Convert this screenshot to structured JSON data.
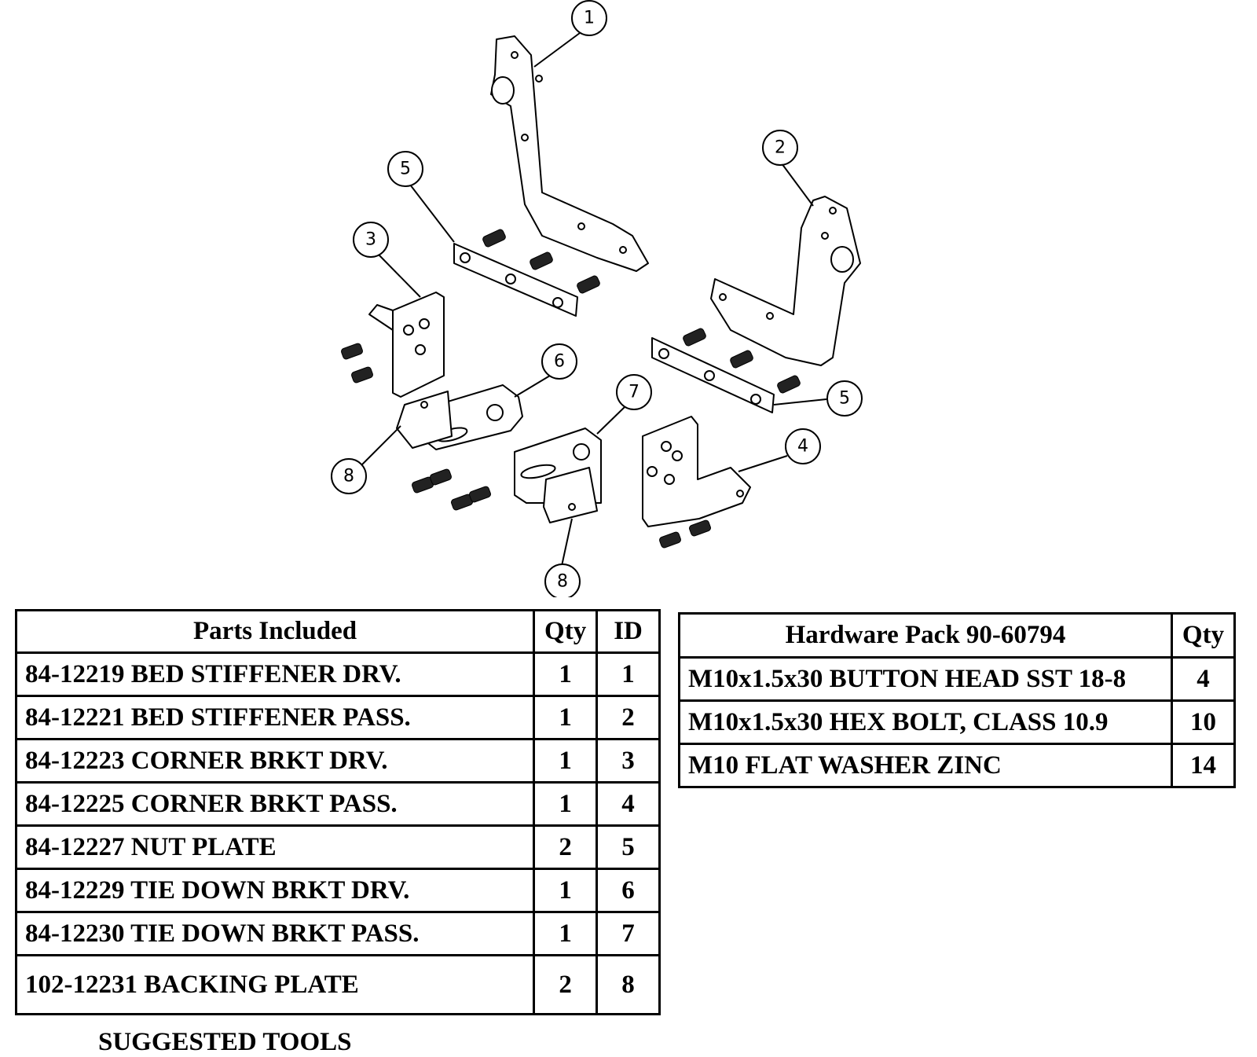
{
  "diagram": {
    "balloons": [
      "1",
      "2",
      "3",
      "4",
      "5",
      "5",
      "6",
      "7",
      "8",
      "8"
    ]
  },
  "parts_table": {
    "headers": [
      "Parts Included",
      "Qty",
      "ID"
    ],
    "rows": [
      {
        "desc": "84-12219 BED STIFFENER DRV.",
        "qty": "1",
        "id": "1"
      },
      {
        "desc": "84-12221 BED STIFFENER PASS.",
        "qty": "1",
        "id": "2"
      },
      {
        "desc": "84-12223 CORNER BRKT DRV.",
        "qty": "1",
        "id": "3"
      },
      {
        "desc": "84-12225 CORNER BRKT PASS.",
        "qty": "1",
        "id": "4"
      },
      {
        "desc": "84-12227 NUT PLATE",
        "qty": "2",
        "id": "5"
      },
      {
        "desc": "84-12229 TIE DOWN BRKT DRV.",
        "qty": "1",
        "id": "6"
      },
      {
        "desc": "84-12230 TIE DOWN BRKT PASS.",
        "qty": "1",
        "id": "7"
      },
      {
        "desc": "102-12231 BACKING PLATE",
        "qty": "2",
        "id": "8"
      }
    ]
  },
  "hardware_table": {
    "headers": [
      "Hardware Pack 90-60794",
      "Qty"
    ],
    "rows": [
      {
        "desc": "M10x1.5x30 BUTTON HEAD SST 18-8",
        "qty": "4"
      },
      {
        "desc": "M10x1.5x30 HEX BOLT, CLASS 10.9",
        "qty": "10"
      },
      {
        "desc": "M10 FLAT WASHER ZINC",
        "qty": "14"
      }
    ]
  },
  "footer": {
    "text": "SUGGESTED TOOLS"
  }
}
